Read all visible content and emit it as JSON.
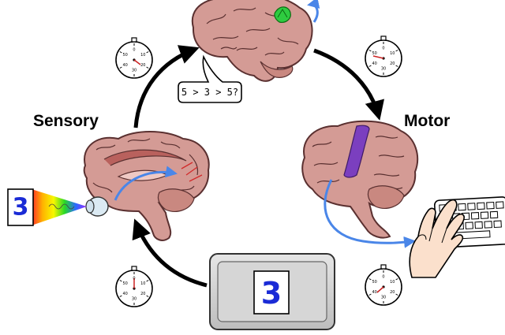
{
  "labels": {
    "sensory": "Sensory",
    "motor": "Motor"
  },
  "thought_bubble": "5 > 3 > 5?",
  "stimulus_digit": "3",
  "screen_digit": "3",
  "clock_numbers": [
    "0",
    "10",
    "20",
    "30",
    "40",
    "50"
  ],
  "colors": {
    "arrow": "#000000",
    "signal_arrow": "#4a86e8",
    "brain_fill": "#d49b95",
    "brain_stroke": "#5a3030",
    "visual_area": "#2ecc40",
    "motor_strip": "#7b3fbf",
    "digit": "#1a2bd6",
    "clock_hand": "#cc2222"
  },
  "icons": [
    "brain-icon",
    "eye-icon",
    "rainbow-light-icon",
    "monitor-icon",
    "keyboard-icon",
    "hand-icon",
    "stopwatch-icon"
  ]
}
